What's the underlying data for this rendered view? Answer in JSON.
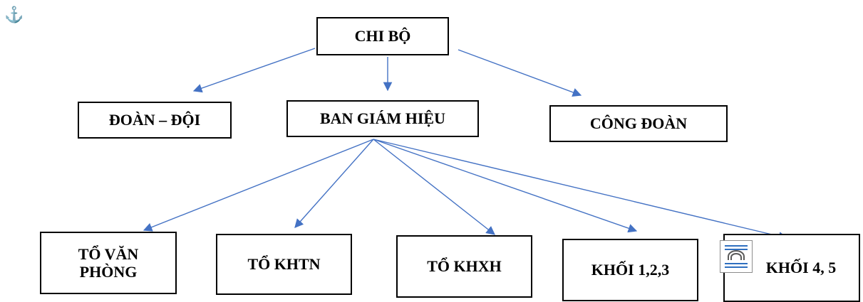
{
  "nodes": {
    "chi_bo": "CHI BỘ",
    "doan_doi": "ĐOÀN – ĐỘI",
    "ban_giam_hieu": "BAN GIÁM HIỆU",
    "cong_doan": "CÔNG ĐOÀN",
    "to_van_phong": "TỔ VĂN PHÒNG",
    "to_khtn": "TỔ KHTN",
    "to_khxh": "TỔ KHXH",
    "khoi_123": "KHỐI 1,2,3",
    "khoi_45": "KHỐI 4, 5"
  },
  "icons": {
    "anchor": "anchor-icon",
    "layout_options": "text-wrap-icon"
  },
  "colors": {
    "connector": "#4472c4",
    "box_border": "#000000",
    "anchor": "#2f6fbf"
  }
}
